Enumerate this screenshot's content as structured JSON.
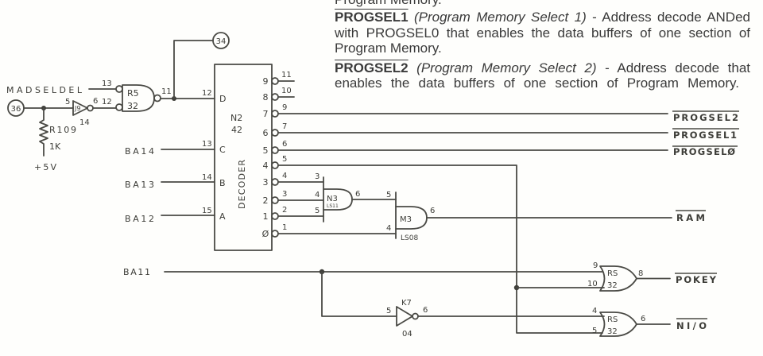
{
  "description": {
    "top_line": "Program Memory.",
    "entries": [
      {
        "signal": "PROGSEL1",
        "expansion": " (Program Memory Select 1)",
        "lines": [
          " - Address decode ANDed",
          "with PROGSEL0 that enables the data buffers of one section of",
          "Program Memory."
        ]
      },
      {
        "signal": "PROGSEL2",
        "expansion": " (Program Memory Select 2)",
        "lines": [
          " - Address decode that",
          "enables the data buffers of one section of Program Memory."
        ]
      }
    ]
  },
  "schematic": {
    "off_sheet": {
      "input": "36",
      "output": "34"
    },
    "madseldel": {
      "label": "MADSELDEL",
      "pin": "13"
    },
    "pullup": {
      "ref": "R109",
      "value": "1K",
      "supply": "+5V"
    },
    "inv_j9": {
      "ref": "J9",
      "pin_in": "5",
      "pin_out": "6",
      "pkg_pin": "14"
    },
    "gate_r5": {
      "ref": "R5",
      "type": "32",
      "pin_in_a": "13",
      "pin_in_b": "12",
      "pin_out": "11"
    },
    "decoder": {
      "ref": "N2",
      "type": "42",
      "title": "DECODER",
      "inputs": [
        {
          "name": "D",
          "pin": "12",
          "signal": ""
        },
        {
          "name": "C",
          "pin": "13",
          "signal": "BA14"
        },
        {
          "name": "B",
          "pin": "14",
          "signal": "BA13"
        },
        {
          "name": "A",
          "pin": "15",
          "signal": "BA12"
        }
      ],
      "outputs": [
        {
          "name": "9",
          "pin": "11"
        },
        {
          "name": "8",
          "pin": "10"
        },
        {
          "name": "7",
          "pin": "9"
        },
        {
          "name": "6",
          "pin": "7"
        },
        {
          "name": "5",
          "pin": "6"
        },
        {
          "name": "4",
          "pin": "5"
        },
        {
          "name": "3",
          "pin": "4"
        },
        {
          "name": "2",
          "pin": "3"
        },
        {
          "name": "1",
          "pin": "2"
        },
        {
          "name": "Ø",
          "pin": "1"
        }
      ]
    },
    "gate_n3": {
      "ref": "N3",
      "type": "LS11",
      "pins_in": [
        "3",
        "4",
        "5"
      ],
      "pin_out": "6"
    },
    "gate_m3": {
      "ref": "M3",
      "type": "LS08",
      "pins_in": [
        "5",
        "4"
      ],
      "pin_out": "6"
    },
    "ba11": "BA11",
    "inv_k7": {
      "ref": "K7",
      "type": "04",
      "pin_in": "5",
      "pin_out": "6"
    },
    "gate_pokey": {
      "ref": "RS",
      "type": "32",
      "pins_in": [
        "9",
        "10"
      ],
      "pin_out": "8"
    },
    "gate_nio": {
      "ref": "RS",
      "type": "32",
      "pins_in": [
        "4",
        "5"
      ],
      "pin_out": "6"
    },
    "outputs": {
      "progsel2": "PROGSEL2",
      "progsel1": "PROGSEL1",
      "progsel0": "PROGSELØ",
      "ram": "RAM",
      "pokey": "POKEY",
      "nio": "NI/O"
    }
  }
}
